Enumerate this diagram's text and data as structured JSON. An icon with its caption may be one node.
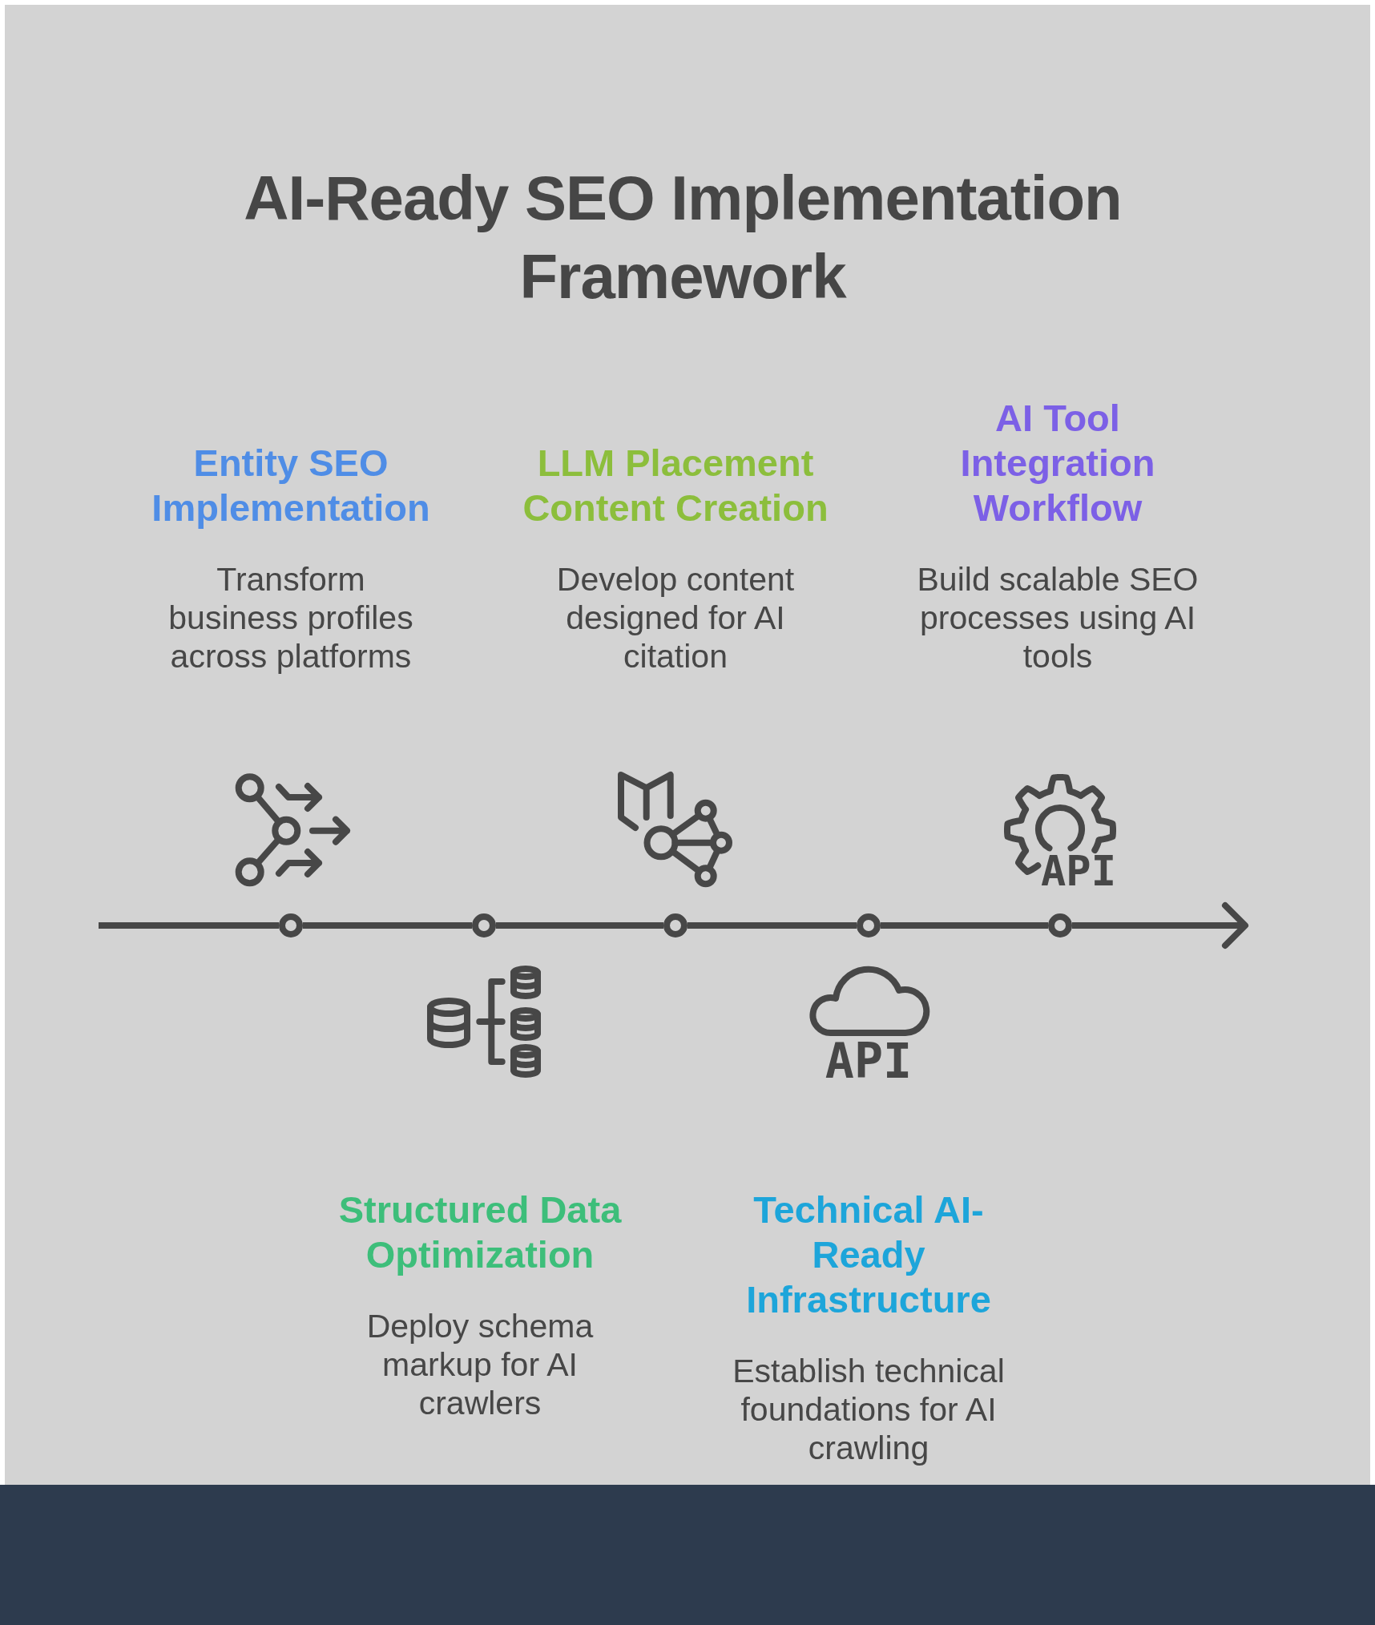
{
  "diagram": {
    "title": "AI-Ready SEO Implementation Framework",
    "nodes": [
      {
        "text": [],
        "shape": "circle",
        "beside": [
          "Entity SEO Implementation",
          "Transform business profiles across platforms"
        ]
      },
      {
        "text": [],
        "shape": "circle",
        "beside": [
          "Structured Data Optimization",
          "Deploy schema markup for AI crawlers"
        ]
      },
      {
        "text": [],
        "shape": "circle",
        "beside": [
          "LLM Placement Content Creation",
          "Develop content designed for AI citation"
        ]
      },
      {
        "text": [],
        "shape": "circle",
        "beside": [
          "Technical AI-Ready Infrastructure",
          "Establish technical foundations for AI crawling"
        ]
      },
      {
        "text": [],
        "shape": "circle",
        "beside": [
          "AI Tool Integration Workflow",
          "Build scalable SEO processes using AI tools"
        ]
      }
    ],
    "edges": [
      {
        "from": null,
        "to": 0,
        "arrow": "none"
      },
      {
        "from": 0,
        "to": 1,
        "arrow": "none"
      },
      {
        "from": 1,
        "to": 2,
        "arrow": "none"
      },
      {
        "from": 2,
        "to": 3,
        "arrow": "none"
      },
      {
        "from": 3,
        "to": 4,
        "arrow": "none"
      },
      {
        "from": 4,
        "to": null,
        "arrow": "to"
      }
    ],
    "labels": [
      "API",
      "API"
    ]
  }
}
